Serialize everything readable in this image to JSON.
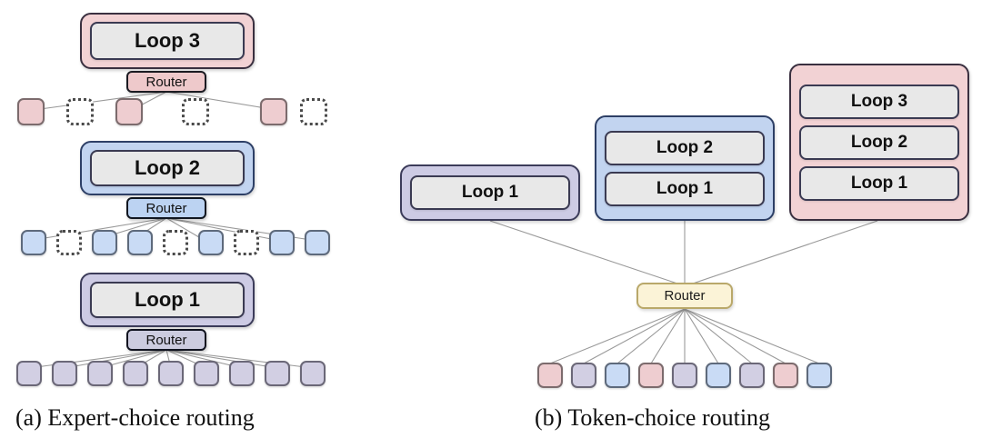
{
  "figure": {
    "background": "#ffffff",
    "panels": [
      {
        "id": "expert-choice",
        "caption": "(a) Expert-choice routing",
        "router_label": "Router"
      },
      {
        "id": "token-choice",
        "caption": "(b) Token-choice routing",
        "router_label": "Router"
      }
    ]
  },
  "colors": {
    "purple_fill": "#cdcbe4",
    "blue_fill": "#c2d4f0",
    "pink_fill": "#f2d2d4",
    "plate_fill": "#e8e8e8",
    "router_cream": "#fbf3d7",
    "token_purple": "#d2cfe3",
    "token_blue": "#c9dbf5",
    "token_pink": "#eecdd0",
    "edge": "#9a9a9a",
    "text": "#111111"
  },
  "panel_a": {
    "caption": "(a) Expert-choice routing",
    "blocks": [
      {
        "name": "loop3-block",
        "shell_color": "pink",
        "plates": [
          "Loop 3"
        ],
        "router_label": "Router",
        "router_color": "pink"
      },
      {
        "name": "loop2-block",
        "shell_color": "blue",
        "plates": [
          "Loop 2"
        ],
        "router_label": "Router",
        "router_color": "blue"
      },
      {
        "name": "loop1-block",
        "shell_color": "purple",
        "plates": [
          "Loop 1"
        ],
        "router_label": "Router",
        "router_color": "purple"
      }
    ],
    "token_rows": [
      {
        "name": "pink-token-row",
        "color": "pink",
        "count": 6,
        "states": [
          "solid",
          "dotted",
          "solid",
          "dotted",
          "solid",
          "dotted"
        ]
      },
      {
        "name": "blue-token-row",
        "color": "blue",
        "count": 9,
        "states": [
          "solid",
          "dotted",
          "solid",
          "solid",
          "dotted",
          "solid",
          "dotted",
          "solid",
          "solid"
        ]
      },
      {
        "name": "purple-token-row",
        "color": "purple",
        "count": 9,
        "states": [
          "solid",
          "solid",
          "solid",
          "solid",
          "solid",
          "solid",
          "solid",
          "solid",
          "solid"
        ]
      }
    ]
  },
  "panel_b": {
    "caption": "(b) Token-choice routing",
    "router_label": "Router",
    "router_color": "cream",
    "expert_stacks": [
      {
        "name": "expert-1",
        "shell_color": "purple",
        "plates": [
          "Loop 1"
        ]
      },
      {
        "name": "expert-2",
        "shell_color": "blue",
        "plates": [
          "Loop 1",
          "Loop 2"
        ]
      },
      {
        "name": "expert-3",
        "shell_color": "pink",
        "plates": [
          "Loop 1",
          "Loop 2",
          "Loop 3"
        ]
      }
    ],
    "token_row": {
      "name": "mixed-token-row",
      "count": 9,
      "colors": [
        "pink",
        "purple",
        "blue",
        "pink",
        "purple",
        "blue",
        "purple",
        "pink",
        "blue"
      ]
    }
  }
}
